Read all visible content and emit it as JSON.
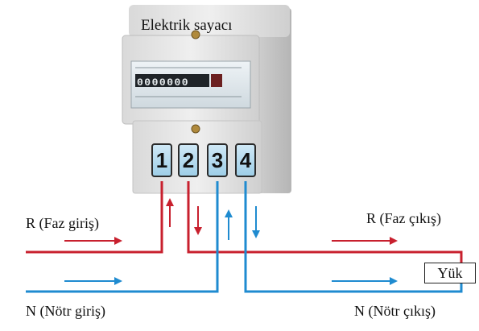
{
  "diagram": {
    "title": "Elektrik sayacı",
    "meter_reading": "0000000",
    "terminals": [
      "1",
      "2",
      "3",
      "4"
    ],
    "labels": {
      "phase_in": "R (Faz giriş)",
      "phase_out": "R (Faz çıkış)",
      "neutral_in": "N (Nötr giriş)",
      "neutral_out": "N (Nötr çıkış)",
      "load": "Yük"
    },
    "colors": {
      "phase": "#c8202e",
      "neutral": "#1f8bd0",
      "meter_body": "#e4e4e4"
    }
  }
}
